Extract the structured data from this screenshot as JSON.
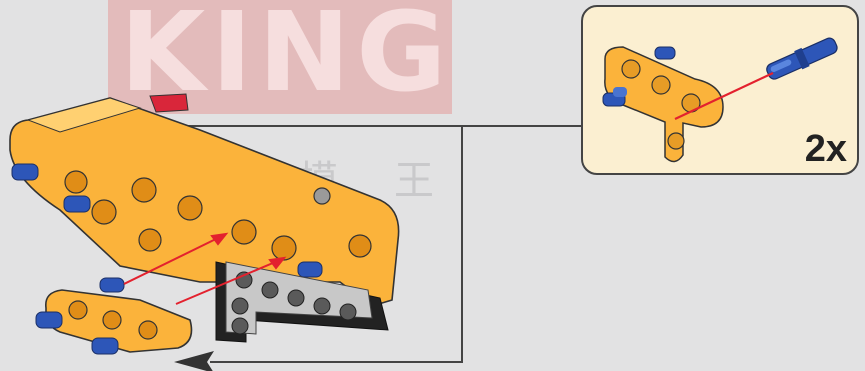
{
  "watermark": {
    "brand": "KING",
    "subtitle_chars": [
      "宇",
      "星",
      "模",
      "王"
    ]
  },
  "callout": {
    "quantity": "2x"
  },
  "colors": {
    "page_background": "#e2e2e3",
    "callout_background": "#fbefd1",
    "part_yellow": "#fbb33b",
    "pin_blue": "#2d56b8",
    "pointer_red": "#e3212e",
    "beam_black": "#222222",
    "beam_gray": "#8e8e8e"
  },
  "icons": [
    "arrow-left-icon"
  ]
}
